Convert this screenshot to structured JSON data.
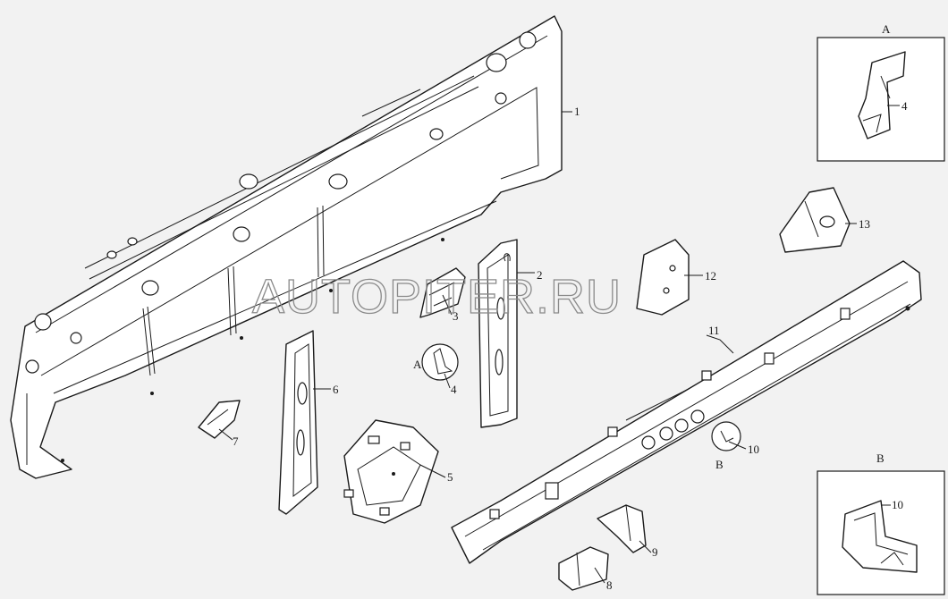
{
  "diagram": {
    "watermark": "AUTOPITER.RU",
    "callouts": {
      "c1": "1",
      "c2": "2",
      "c3": "3",
      "c4": "4",
      "c5": "5",
      "c6": "6",
      "c7": "7",
      "c8": "8",
      "c9": "9",
      "c10": "10",
      "c11": "11",
      "c12": "12",
      "c13": "13",
      "detail_a_ref": "A",
      "detail_a_part": "4",
      "detail_b_ref": "B",
      "detail_b_part": "10"
    },
    "insets": {
      "a": {
        "title": "A",
        "part_label": "4"
      },
      "b": {
        "title": "B",
        "part_label": "10"
      }
    }
  }
}
